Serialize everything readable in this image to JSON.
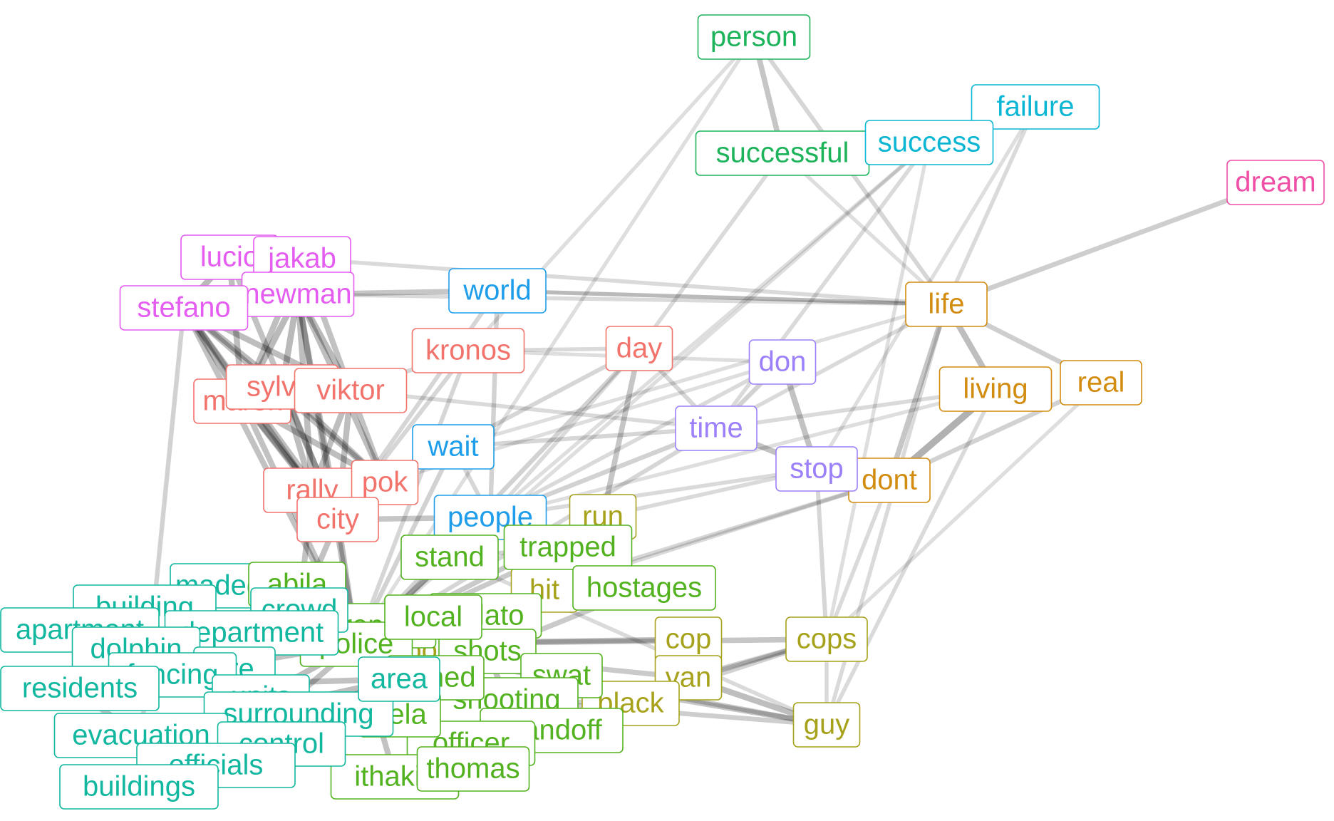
{
  "chart_data": {
    "type": "network",
    "title": "",
    "colors": {
      "pink": "#ef4fa6",
      "magenta": "#e45cf0",
      "purple": "#9c80f9",
      "blue": "#1d9dea",
      "cyan": "#0ab6d3",
      "teal": "#11b79f",
      "green": "#1db35a",
      "lime": "#52b21f",
      "olive": "#a7a21b",
      "orange": "#d28c10",
      "red": "#f2736c"
    },
    "nodes": [
      {
        "id": "person",
        "label": "person",
        "group": "green"
      },
      {
        "id": "successful",
        "label": "successful",
        "group": "green"
      },
      {
        "id": "failure",
        "label": "failure",
        "group": "cyan"
      },
      {
        "id": "success",
        "label": "success",
        "group": "cyan"
      },
      {
        "id": "dream",
        "label": "dream",
        "group": "pink"
      },
      {
        "id": "life",
        "label": "life",
        "group": "orange"
      },
      {
        "id": "living",
        "label": "living",
        "group": "orange"
      },
      {
        "id": "real",
        "label": "real",
        "group": "orange"
      },
      {
        "id": "dont",
        "label": "dont",
        "group": "orange"
      },
      {
        "id": "don",
        "label": "don",
        "group": "purple"
      },
      {
        "id": "time",
        "label": "time",
        "group": "purple"
      },
      {
        "id": "stop",
        "label": "stop",
        "group": "purple"
      },
      {
        "id": "lucio",
        "label": "lucio",
        "group": "magenta"
      },
      {
        "id": "jakab",
        "label": "jakab",
        "group": "magenta"
      },
      {
        "id": "newman",
        "label": "newman",
        "group": "magenta"
      },
      {
        "id": "stefano",
        "label": "stefano",
        "group": "magenta"
      },
      {
        "id": "world",
        "label": "world",
        "group": "blue"
      },
      {
        "id": "wait",
        "label": "wait",
        "group": "blue"
      },
      {
        "id": "people",
        "label": "people",
        "group": "blue"
      },
      {
        "id": "kronos",
        "label": "kronos",
        "group": "red"
      },
      {
        "id": "day",
        "label": "day",
        "group": "red"
      },
      {
        "id": "marek",
        "label": "marek",
        "group": "red"
      },
      {
        "id": "sylvia",
        "label": "sylvia",
        "group": "red"
      },
      {
        "id": "viktor",
        "label": "viktor",
        "group": "red"
      },
      {
        "id": "rally",
        "label": "rally",
        "group": "red"
      },
      {
        "id": "pok",
        "label": "pok",
        "group": "red"
      },
      {
        "id": "city",
        "label": "city",
        "group": "red"
      },
      {
        "id": "run",
        "label": "run",
        "group": "olive"
      },
      {
        "id": "hit",
        "label": "hit",
        "group": "olive"
      },
      {
        "id": "cop",
        "label": "cop",
        "group": "olive"
      },
      {
        "id": "cops",
        "label": "cops",
        "group": "olive"
      },
      {
        "id": "van",
        "label": "van",
        "group": "olive"
      },
      {
        "id": "black",
        "label": "black",
        "group": "olive"
      },
      {
        "id": "guy",
        "label": "guy",
        "group": "olive"
      },
      {
        "id": "report2",
        "label": "report",
        "group": "olive"
      },
      {
        "id": "stand",
        "label": "stand",
        "group": "lime"
      },
      {
        "id": "trapped",
        "label": "trapped",
        "group": "lime"
      },
      {
        "id": "hostages",
        "label": "hostages",
        "group": "lime"
      },
      {
        "id": "gelato",
        "label": "gelato",
        "group": "lime"
      },
      {
        "id": "report",
        "label": "report",
        "group": "lime"
      },
      {
        "id": "police",
        "label": "police",
        "group": "lime"
      },
      {
        "id": "shots",
        "label": "shots",
        "group": "lime"
      },
      {
        "id": "swat",
        "label": "swat",
        "group": "lime"
      },
      {
        "id": "shooting",
        "label": "shooting",
        "group": "lime"
      },
      {
        "id": "standoff",
        "label": "standoff",
        "group": "lime"
      },
      {
        "id": "officer",
        "label": "officer",
        "group": "lime"
      },
      {
        "id": "ithakis",
        "label": "ithakis",
        "group": "lime"
      },
      {
        "id": "thomas",
        "label": "thomas",
        "group": "lime"
      },
      {
        "id": "armed",
        "label": "armed",
        "group": "lime"
      },
      {
        "id": "local",
        "label": "local",
        "group": "lime"
      },
      {
        "id": "gela",
        "label": "gela",
        "group": "lime"
      },
      {
        "id": "madeg",
        "label": "madeg",
        "group": "teal"
      },
      {
        "id": "abila",
        "label": "abila",
        "group": "lime"
      },
      {
        "id": "crowd",
        "label": "crowd",
        "group": "teal"
      },
      {
        "id": "building",
        "label": "building",
        "group": "teal"
      },
      {
        "id": "apartment",
        "label": "apartment",
        "group": "teal"
      },
      {
        "id": "department",
        "label": "department",
        "group": "teal"
      },
      {
        "id": "dolphin",
        "label": "dolphin",
        "group": "teal"
      },
      {
        "id": "fire",
        "label": "fire",
        "group": "teal"
      },
      {
        "id": "fencing",
        "label": "fencing",
        "group": "teal"
      },
      {
        "id": "residents",
        "label": "residents",
        "group": "teal"
      },
      {
        "id": "units",
        "label": "units",
        "group": "teal"
      },
      {
        "id": "surrounding",
        "label": "surrounding",
        "group": "teal"
      },
      {
        "id": "evacuation",
        "label": "evacuation",
        "group": "teal"
      },
      {
        "id": "control",
        "label": "control",
        "group": "teal"
      },
      {
        "id": "officials",
        "label": "officials",
        "group": "teal"
      },
      {
        "id": "buildings",
        "label": "buildings",
        "group": "teal"
      },
      {
        "id": "area",
        "label": "area",
        "group": "teal"
      }
    ],
    "edges": [
      [
        "person",
        "successful",
        0.45
      ],
      [
        "person",
        "life",
        0.25
      ],
      [
        "person",
        "kronos",
        0.15
      ],
      [
        "failure",
        "success",
        0.85
      ],
      [
        "failure",
        "life",
        0.2
      ],
      [
        "failure",
        "stop",
        0.15
      ],
      [
        "success",
        "successful",
        0.3
      ],
      [
        "success",
        "time",
        0.2
      ],
      [
        "success",
        "cops",
        0.15
      ],
      [
        "success",
        "people",
        0.15
      ],
      [
        "successful",
        "day",
        0.2
      ],
      [
        "successful",
        "life",
        0.15
      ],
      [
        "dream",
        "life",
        0.35
      ],
      [
        "life",
        "living",
        0.55
      ],
      [
        "life",
        "real",
        0.35
      ],
      [
        "life",
        "dont",
        0.45
      ],
      [
        "life",
        "world",
        0.2
      ],
      [
        "life",
        "newman",
        0.2
      ],
      [
        "life",
        "time",
        0.2
      ],
      [
        "life",
        "wait",
        0.15
      ],
      [
        "life",
        "guy",
        0.2
      ],
      [
        "living",
        "dont",
        0.7
      ],
      [
        "living",
        "time",
        0.2
      ],
      [
        "living",
        "people",
        0.15
      ],
      [
        "real",
        "dont",
        0.3
      ],
      [
        "real",
        "cops",
        0.15
      ],
      [
        "don",
        "stop",
        0.5
      ],
      [
        "don",
        "time",
        0.3
      ],
      [
        "don",
        "people",
        0.2
      ],
      [
        "time",
        "stop",
        0.5
      ],
      [
        "time",
        "day",
        0.25
      ],
      [
        "time",
        "wait",
        0.25
      ],
      [
        "time",
        "people",
        0.3
      ],
      [
        "time",
        "viktor",
        0.2
      ],
      [
        "stop",
        "dont",
        0.35
      ],
      [
        "stop",
        "people",
        0.2
      ],
      [
        "stop",
        "cops",
        0.25
      ],
      [
        "stop",
        "run",
        0.2
      ],
      [
        "dont",
        "hit",
        0.2
      ],
      [
        "dont",
        "cops",
        0.2
      ],
      [
        "day",
        "wait",
        0.25
      ],
      [
        "day",
        "run",
        0.45
      ],
      [
        "day",
        "kronos",
        0.2
      ],
      [
        "day",
        "people",
        0.2
      ],
      [
        "world",
        "newman",
        0.45
      ],
      [
        "world",
        "people",
        0.3
      ],
      [
        "world",
        "life",
        0.2
      ],
      [
        "kronos",
        "viktor",
        0.25
      ],
      [
        "kronos",
        "city",
        0.25
      ],
      [
        "kronos",
        "police",
        0.25
      ],
      [
        "wait",
        "pok",
        0.25
      ],
      [
        "wait",
        "people",
        0.25
      ],
      [
        "cops",
        "van",
        0.35
      ],
      [
        "cops",
        "black",
        0.3
      ],
      [
        "cops",
        "guy",
        0.2
      ],
      [
        "cop",
        "van",
        0.3
      ],
      [
        "guy",
        "van",
        0.55
      ],
      [
        "guy",
        "police",
        0.45
      ],
      [
        "guy",
        "shooting",
        0.35
      ],
      [
        "guy",
        "stand",
        0.2
      ],
      [
        "van",
        "black",
        0.5
      ],
      [
        "van",
        "police",
        0.4
      ],
      [
        "black",
        "shooting",
        0.35
      ],
      [
        "hostages",
        "police",
        0.5
      ],
      [
        "hostages",
        "shots",
        0.4
      ],
      [
        "hostages",
        "trapped",
        0.3
      ],
      [
        "trapped",
        "stand",
        0.3
      ],
      [
        "trapped",
        "police",
        0.4
      ],
      [
        "swat",
        "police",
        0.6
      ],
      [
        "swat",
        "standoff",
        0.5
      ],
      [
        "shots",
        "shooting",
        0.5
      ],
      [
        "shots",
        "police",
        0.6
      ],
      [
        "standoff",
        "officer",
        0.5
      ],
      [
        "officer",
        "police",
        0.6
      ],
      [
        "ithakis",
        "thomas",
        0.5
      ],
      [
        "ithakis",
        "police",
        0.5
      ],
      [
        "gelato",
        "police",
        0.5
      ],
      [
        "gelato",
        "report",
        0.4
      ],
      [
        "report",
        "police",
        0.5
      ],
      [
        "report2",
        "police",
        0.4
      ],
      [
        "stand",
        "police",
        0.4
      ],
      [
        "people",
        "police",
        0.5
      ],
      [
        "people",
        "stand",
        0.4
      ],
      [
        "run",
        "police",
        0.4
      ],
      [
        "hit",
        "police",
        0.4
      ],
      [
        "lucio",
        "newman",
        0.6
      ],
      [
        "lucio",
        "stefano",
        0.6
      ],
      [
        "lucio",
        "jakab",
        0.5
      ],
      [
        "lucio",
        "marek",
        0.55
      ],
      [
        "lucio",
        "city",
        0.5
      ],
      [
        "jakab",
        "newman",
        0.6
      ],
      [
        "jakab",
        "marek",
        0.55
      ],
      [
        "jakab",
        "viktor",
        0.5
      ],
      [
        "jakab",
        "life",
        0.2
      ],
      [
        "newman",
        "stefano",
        0.6
      ],
      [
        "newman",
        "marek",
        0.6
      ],
      [
        "newman",
        "sylvia",
        0.6
      ],
      [
        "newman",
        "viktor",
        0.6
      ],
      [
        "newman",
        "rally",
        0.55
      ],
      [
        "newman",
        "pok",
        0.55
      ],
      [
        "newman",
        "city",
        0.55
      ],
      [
        "newman",
        "police",
        0.55
      ],
      [
        "stefano",
        "marek",
        0.65
      ],
      [
        "stefano",
        "sylvia",
        0.6
      ],
      [
        "stefano",
        "viktor",
        0.55
      ],
      [
        "stefano",
        "rally",
        0.55
      ],
      [
        "stefano",
        "city",
        0.55
      ],
      [
        "stefano",
        "pok",
        0.55
      ],
      [
        "stefano",
        "police",
        0.5
      ],
      [
        "stefano",
        "evacuation",
        0.3
      ],
      [
        "marek",
        "sylvia",
        0.6
      ],
      [
        "marek",
        "viktor",
        0.6
      ],
      [
        "marek",
        "rally",
        0.6
      ],
      [
        "marek",
        "pok",
        0.55
      ],
      [
        "marek",
        "city",
        0.55
      ],
      [
        "marek",
        "police",
        0.5
      ],
      [
        "sylvia",
        "viktor",
        0.6
      ],
      [
        "sylvia",
        "rally",
        0.55
      ],
      [
        "sylvia",
        "pok",
        0.55
      ],
      [
        "sylvia",
        "city",
        0.55
      ],
      [
        "viktor",
        "rally",
        0.55
      ],
      [
        "viktor",
        "city",
        0.55
      ],
      [
        "viktor",
        "pok",
        0.5
      ],
      [
        "rally",
        "pok",
        0.5
      ],
      [
        "rally",
        "city",
        0.5
      ],
      [
        "pok",
        "city",
        0.5
      ],
      [
        "city",
        "police",
        0.55
      ],
      [
        "city",
        "crowd",
        0.5
      ],
      [
        "city",
        "people",
        0.45
      ],
      [
        "rally",
        "crowd",
        0.5
      ],
      [
        "abila",
        "police",
        0.5
      ],
      [
        "madeg",
        "police",
        0.5
      ],
      [
        "crowd",
        "police",
        0.5
      ],
      [
        "building",
        "police",
        0.5
      ],
      [
        "building",
        "fire",
        0.5
      ],
      [
        "apartment",
        "fire",
        0.5
      ],
      [
        "apartment",
        "building",
        0.5
      ],
      [
        "department",
        "fire",
        0.55
      ],
      [
        "department",
        "police",
        0.55
      ],
      [
        "dolphin",
        "fire",
        0.5
      ],
      [
        "fencing",
        "police",
        0.5
      ],
      [
        "residents",
        "evacuation",
        0.5
      ],
      [
        "residents",
        "area",
        0.5
      ],
      [
        "units",
        "fire",
        0.55
      ],
      [
        "units",
        "police",
        0.55
      ],
      [
        "surrounding",
        "area",
        0.55
      ],
      [
        "surrounding",
        "buildings",
        0.5
      ],
      [
        "evacuation",
        "area",
        0.55
      ],
      [
        "control",
        "fire",
        0.5
      ],
      [
        "officials",
        "police",
        0.5
      ],
      [
        "buildings",
        "area",
        0.5
      ],
      [
        "buildings",
        "evacuation",
        0.5
      ],
      [
        "area",
        "police",
        0.55
      ],
      [
        "armed",
        "police",
        0.5
      ],
      [
        "local",
        "police",
        0.5
      ],
      [
        "gela",
        "police",
        0.5
      ],
      [
        "thomas",
        "police",
        0.5
      ],
      [
        "shooting",
        "police",
        0.55
      ],
      [
        "swat",
        "guy",
        0.4
      ],
      [
        "cop",
        "police",
        0.45
      ],
      [
        "cops",
        "police",
        0.45
      ],
      [
        "cops",
        "officer",
        0.35
      ],
      [
        "black",
        "officer",
        0.35
      ],
      [
        "don",
        "kronos",
        0.15
      ],
      [
        "don",
        "pok",
        0.15
      ],
      [
        "world",
        "city",
        0.25
      ],
      [
        "wait",
        "police",
        0.3
      ],
      [
        "day",
        "police",
        0.3
      ],
      [
        "time",
        "police",
        0.25
      ],
      [
        "dont",
        "police",
        0.25
      ],
      [
        "living",
        "guy",
        0.2
      ],
      [
        "success",
        "police",
        0.15
      ],
      [
        "person",
        "police",
        0.15
      ]
    ]
  }
}
